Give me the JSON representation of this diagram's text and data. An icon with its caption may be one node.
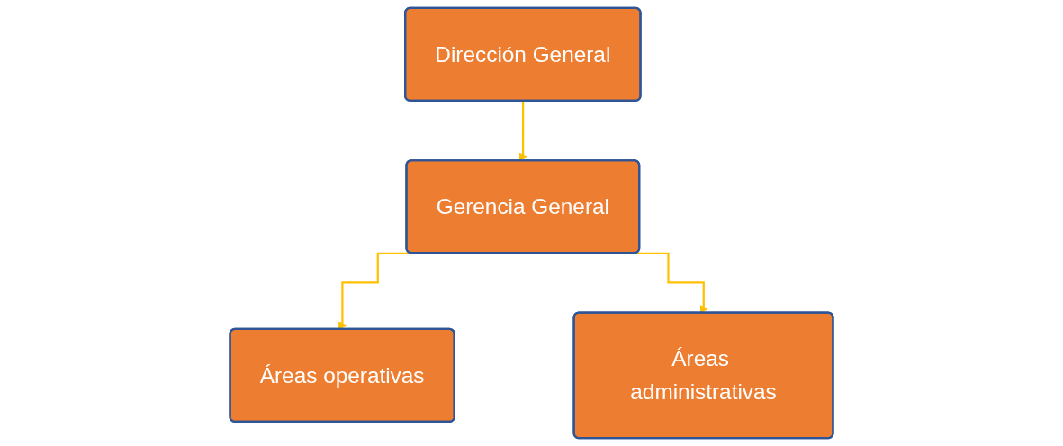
{
  "diagram": {
    "nodes": [
      {
        "text": [
          "Dirección General"
        ]
      },
      {
        "text": [
          "Gerencia General"
        ]
      },
      {
        "text": [
          "Áreas operativas"
        ]
      },
      {
        "text": [
          "Áreas administrativas"
        ]
      }
    ],
    "edges": [
      {
        "from": 0,
        "to": 1,
        "arrow": "to"
      },
      {
        "from": 1,
        "to": 2,
        "arrow": "to"
      },
      {
        "from": 1,
        "to": 3,
        "arrow": "to"
      }
    ]
  }
}
